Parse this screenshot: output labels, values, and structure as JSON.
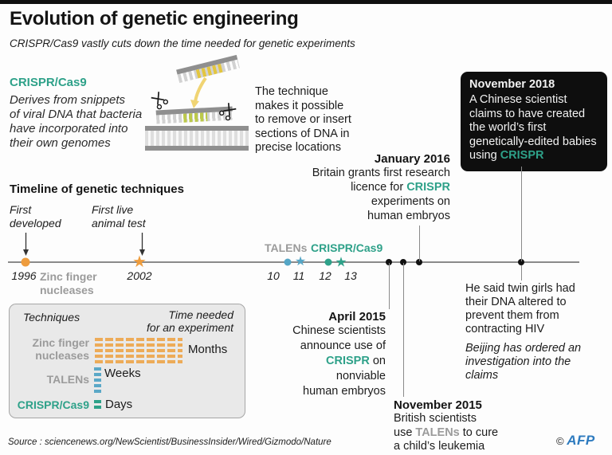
{
  "header": {
    "title": "Evolution of genetic engineering",
    "subtitle": "CRISPR/Cas9 vastly cuts down the time needed for genetic experiments"
  },
  "crispr_info": {
    "heading": "CRISPR/Cas9",
    "lines": [
      "Derives from snippets",
      "of viral DNA that bacteria",
      "have incorporated into",
      "their own genomes"
    ]
  },
  "technique_note": {
    "lines": [
      "The technique",
      "makes it possible",
      "to remove or insert",
      "sections of DNA in",
      "precise locations"
    ]
  },
  "events": {
    "nov2018": {
      "date": "November 2018",
      "lines": [
        "A Chinese scientist",
        "claims to have created",
        "the world’s first",
        "genetically-edited babies"
      ],
      "last_pre": "using ",
      "last_hl": "CRISPR"
    },
    "jan2016": {
      "date": "January 2016",
      "l1": "Britain grants first research",
      "l2_pre": "licence for ",
      "l2_hl": "CRISPR",
      "l3": "experiments on",
      "l4": "human embryos"
    },
    "apr2015": {
      "date": "April 2015",
      "l1": "Chinese scientists",
      "l2": "announce use of",
      "l3_hl": "CRISPR",
      "l3_post": " on",
      "l4": "nonviable",
      "l5": "human embryos"
    },
    "nov2015": {
      "date": "November 2015",
      "l1": "British scientists",
      "l2_pre": "use ",
      "l2_hl": "TALENs",
      "l2_post": " to cure",
      "l3": "a child’s leukemia"
    }
  },
  "hiv_note": {
    "lines": [
      "He said twin girls had",
      "their DNA altered to",
      "prevent them from",
      "contracting HIV"
    ],
    "italic_lines": [
      "Beijing has ordered an",
      "investigation into the",
      "claims"
    ]
  },
  "timeline": {
    "heading": "Timeline of genetic techniques",
    "first_developed": [
      "First",
      "developed"
    ],
    "first_live": [
      "First live",
      "animal test"
    ],
    "zinc_label": [
      "Zinc finger",
      "nucleases"
    ],
    "talens_label": "TALENs",
    "crispr_label": "CRISPR/Cas9",
    "ticks": [
      "1996",
      "2002",
      "10",
      "11",
      "12",
      "13"
    ]
  },
  "legend": {
    "techniques": "Techniques",
    "time_needed": [
      "Time needed",
      "for an experiment"
    ],
    "rows": {
      "zinc": {
        "name": [
          "Zinc finger",
          "nucleases"
        ],
        "time": "Months"
      },
      "talens": {
        "name": "TALENs",
        "time": "Weeks"
      },
      "crispr": {
        "name": "CRISPR/Cas9",
        "time": "Days"
      }
    }
  },
  "source": "Source : sciencenews.org/NewScientist/BusinessInsider/Wired/Gizmodo/Nature",
  "footer": {
    "copyright": "©",
    "logo": "AFP"
  },
  "icons": {
    "star": "★"
  },
  "colors": {
    "teal": "#2ea189",
    "blue": "#55a6c6",
    "orange": "#ee9c3d",
    "gray_label": "#9b9b9b",
    "box_bg": "#0e0e0e",
    "legend_bg": "#e9e9e9",
    "timeline_gray": "#8a8a8a",
    "afp_blue": "#2e7bbf"
  }
}
